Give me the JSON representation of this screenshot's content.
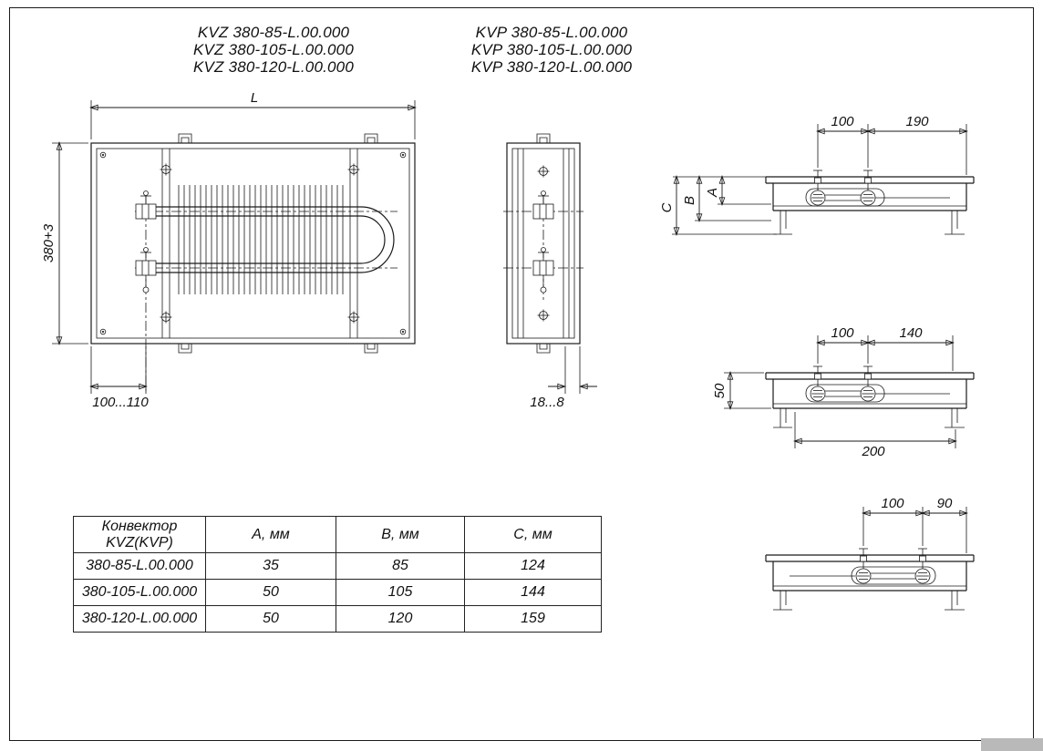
{
  "sheet": {
    "line_color": "#1a1a1a",
    "background": "#ffffff",
    "corner_box_color": "#b9b9b9"
  },
  "titles": {
    "kvz_lines": [
      "KVZ 380-85-L.00.000",
      "KVZ 380-105-L.00.000",
      "KVZ 380-120-L.00.000"
    ],
    "kvp_lines": [
      "KVP 380-85-L.00.000",
      "KVP 380-105-L.00.000",
      "KVP 380-120-L.00.000"
    ]
  },
  "plan_view": {
    "dim_length": "L",
    "dim_width": "380+3",
    "dim_valve_offset": "100...110"
  },
  "end_view": {
    "dim_grille_gap": "18...8"
  },
  "side_view_top": {
    "dim_valve_spacing": "100",
    "dim_to_edge": "190",
    "dim_depth_a": "A",
    "dim_depth_b": "B",
    "dim_depth_c": "C"
  },
  "side_view_middle": {
    "dim_valve_spacing": "100",
    "dim_to_bracket": "140",
    "dim_height": "50",
    "dim_overall": "200"
  },
  "side_view_bottom": {
    "dim_valve_spacing": "100",
    "dim_to_edge": "90"
  },
  "table": {
    "header": {
      "model_line1": "Конвектор",
      "model_line2": "KVZ(KVP)",
      "a": "А, мм",
      "b": "В, мм",
      "c": "С, мм"
    },
    "rows": [
      {
        "model": "380-85-L.00.000",
        "a": "35",
        "b": "85",
        "c": "124"
      },
      {
        "model": "380-105-L.00.000",
        "a": "50",
        "b": "105",
        "c": "144"
      },
      {
        "model": "380-120-L.00.000",
        "a": "50",
        "b": "120",
        "c": "159"
      }
    ]
  }
}
